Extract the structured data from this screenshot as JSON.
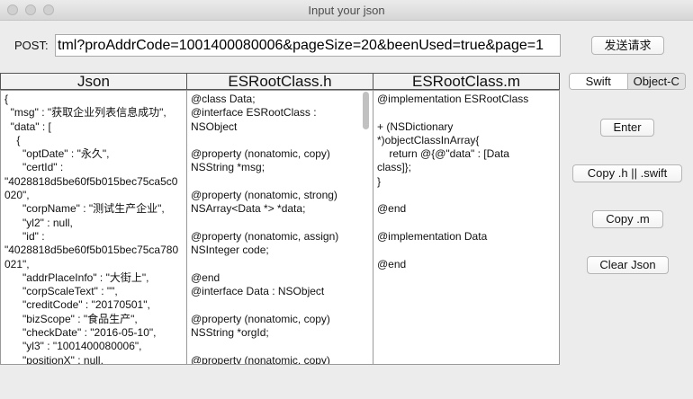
{
  "window": {
    "title": "Input your json"
  },
  "post": {
    "label": "POST:",
    "url": "tml?proAddrCode=1001400080006&pageSize=20&beenUsed=true&page=1",
    "send_button": "发送请求"
  },
  "columns": {
    "json": "Json",
    "h": "ESRootClass.h",
    "m": "ESRootClass.m"
  },
  "language_toggle": {
    "swift": "Swift",
    "objc": "Object-C"
  },
  "buttons": {
    "enter": "Enter",
    "copy_h": "Copy .h || .swift",
    "copy_m": "Copy .m",
    "clear": "Clear Json"
  },
  "panes": {
    "json_text": "{\n  \"msg\" : \"获取企业列表信息成功\",\n  \"data\" : [\n    {\n      \"optDate\" : \"永久\",\n      \"certId\" :\n\"4028818d5be60f5b015bec75ca5c0020\",\n      \"corpName\" : \"测试生产企业\",\n      \"yl2\" : null,\n      \"id\" :\n\"4028818d5be60f5b015bec75ca780021\",\n      \"addrPlaceInfo\" : \"大街上\",\n      \"corpScaleText\" : \"\",\n      \"creditCode\" : \"20170501\",\n      \"bizScope\" : \"食品生产\",\n      \"checkDate\" : \"2016-05-10\",\n      \"yl3\" : \"1001400080006\",\n      \"positionX\" : null,\n      \"regOrg\" : \"江西工商局\",",
    "h_text": "@class Data;\n@interface ESRootClass :\nNSObject\n\n@property (nonatomic, copy)\nNSString *msg;\n\n@property (nonatomic, strong)\nNSArray<Data *> *data;\n\n@property (nonatomic, assign)\nNSInteger code;\n\n@end\n@interface Data : NSObject\n\n@property (nonatomic, copy)\nNSString *orgId;\n\n@property (nonatomic, copy)\nNSString *certId;",
    "m_text": "@implementation ESRootClass\n\n+ (NSDictionary\n*)objectClassInArray{\n    return @{@\"data\" : [Data\nclass]};\n}\n\n@end\n\n@implementation Data\n\n@end"
  }
}
